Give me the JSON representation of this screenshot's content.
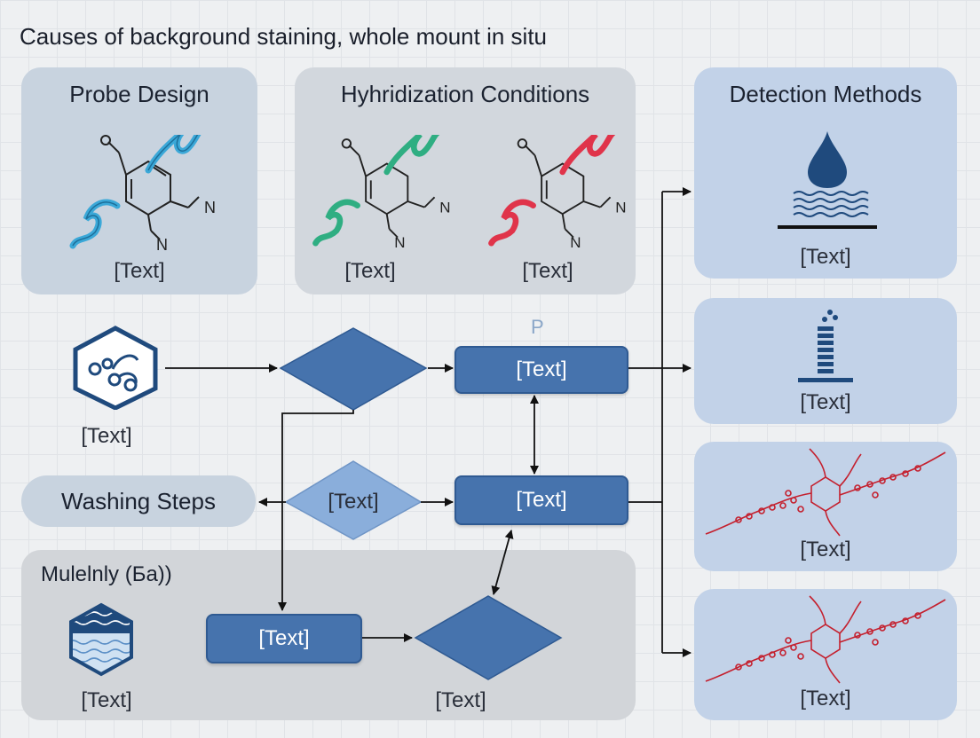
{
  "title": "Causes of background staining,  whole mount  in situ",
  "panels": {
    "probe_design": {
      "title": "Probe Design",
      "label": "[Text]"
    },
    "hybridization": {
      "title": "Hyhridization Conditions",
      "label_left": "[Text]",
      "label_right": "[Text]"
    },
    "detection": {
      "title": "Detection Methods",
      "label_1": "[Text]",
      "label_2": "[Text]",
      "label_3": "[Text]",
      "label_4": "[Text]"
    },
    "multi": {
      "title": "Mulelnly (Бa))",
      "icon_label": "[Text]",
      "diamond_label": "[Text]"
    }
  },
  "flow": {
    "hex_icon_label": "[Text]",
    "p_marker": "P",
    "box_top": "[Text]",
    "box_mid": "[Text]",
    "box_bottom": "[Text]",
    "diamond_mid": "[Text]",
    "washing_steps": "Washing Steps"
  },
  "colors": {
    "box_fill": "#4673ad",
    "diamond_fill": "#4673ad",
    "diamond_light": "#8aaedb",
    "helix_blue": "#3ba8d8",
    "helix_green": "#2fae82",
    "helix_red": "#e0344a",
    "molecule_red": "#c4202e",
    "navy": "#1f4a7d"
  }
}
